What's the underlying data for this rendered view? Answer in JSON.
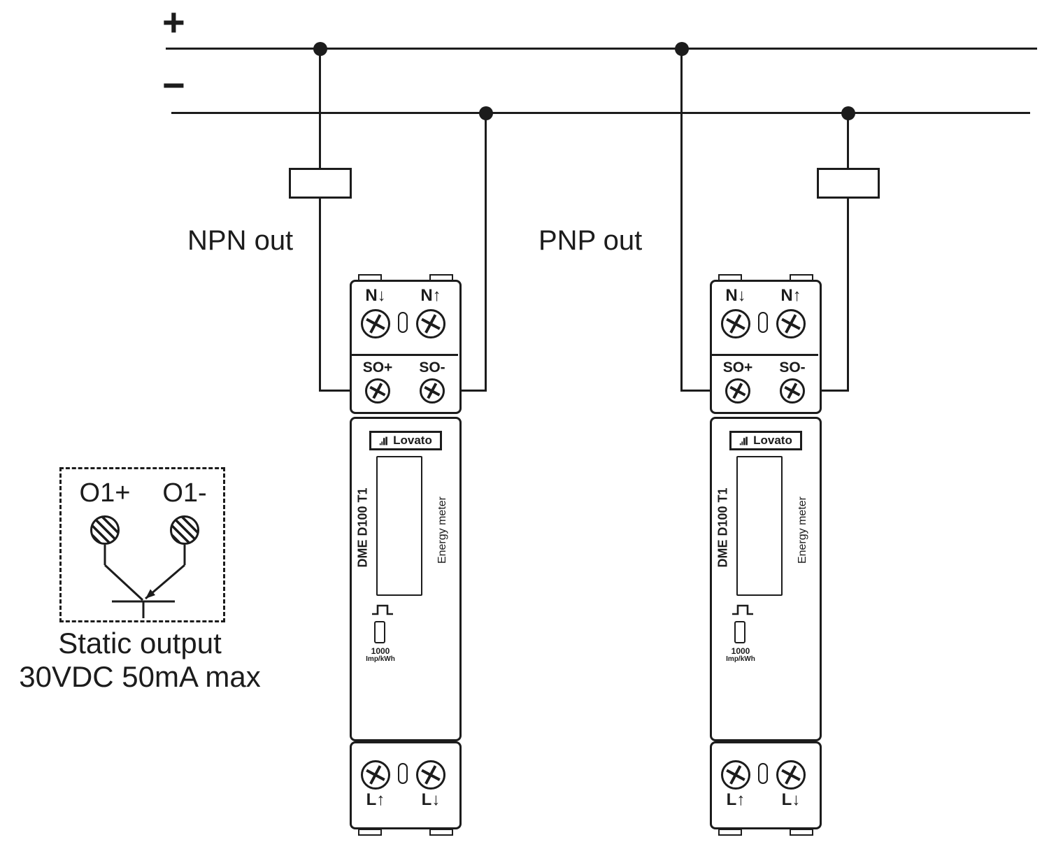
{
  "colors": {
    "ink": "#1c1c1c"
  },
  "rails": {
    "plus": "+",
    "minus": "−"
  },
  "outputs": {
    "npn_label": "NPN out",
    "pnp_label": "PNP out"
  },
  "static_output": {
    "terminal_plus": "O1+",
    "terminal_minus": "O1-",
    "caption_line1": "Static output",
    "caption_line2": "30VDC 50mA max"
  },
  "meters": [
    {
      "brand": "Lovato",
      "model": "DME D100 T1",
      "device_type": "Energy meter",
      "pulse_value": "1000",
      "pulse_unit": "Imp/kWh",
      "terminals": {
        "neutral_in": "N↓",
        "neutral_out": "N↑",
        "so_plus": "SO+",
        "so_minus": "SO-",
        "line_in": "L↑",
        "line_out": "L↓"
      }
    },
    {
      "brand": "Lovato",
      "model": "DME D100 T1",
      "device_type": "Energy meter",
      "pulse_value": "1000",
      "pulse_unit": "Imp/kWh",
      "terminals": {
        "neutral_in": "N↓",
        "neutral_out": "N↑",
        "so_plus": "SO+",
        "so_minus": "SO-",
        "line_in": "L↑",
        "line_out": "L↓"
      }
    }
  ]
}
